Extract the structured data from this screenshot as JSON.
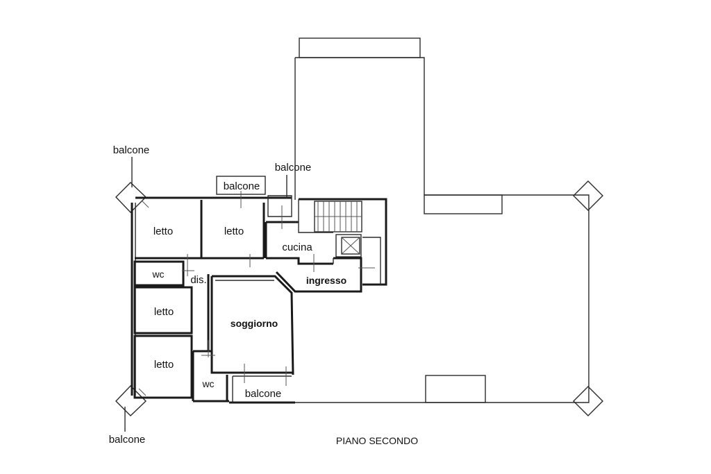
{
  "plan": {
    "title": "PIANO SECONDO",
    "rooms": {
      "letto_1": "letto",
      "letto_2": "letto",
      "letto_3": "letto",
      "letto_4": "letto",
      "wc_1": "wc",
      "wc_2": "wc",
      "dis": "dis.",
      "cucina": "cucina",
      "ingresso": "ingresso",
      "soggiorno": "soggiorno"
    },
    "balconies": {
      "top_left": "balcone",
      "top_center": "balcone",
      "top_right": "balcone",
      "bottom_left": "balcone",
      "bottom_center": "balcone"
    }
  }
}
